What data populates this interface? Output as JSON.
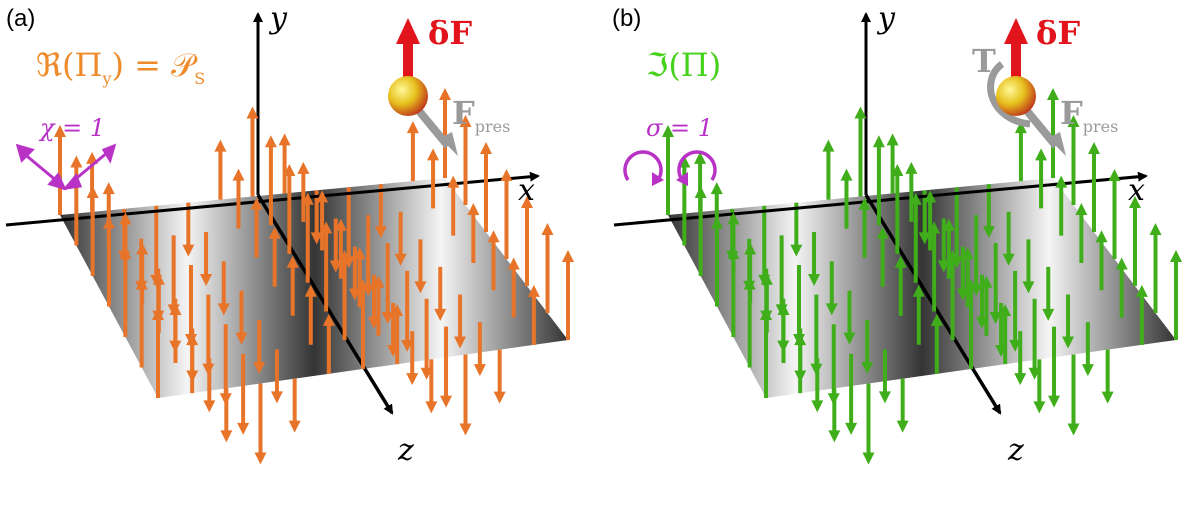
{
  "panels": [
    {
      "label": "(a)",
      "axes": {
        "x": "x",
        "y": "y",
        "z": "z"
      },
      "formula": {
        "main": "ℜ(Π",
        "sub": "y",
        "rest": ") = 𝒫",
        "sub2": "S"
      },
      "force_label": "δF",
      "pressure_label": {
        "main": "F",
        "sub": "pres"
      },
      "torque_label": "",
      "polarization": "χ = 1",
      "polarization_icon": "diagonal-arrows-icon",
      "arrow_color": "#e8742a"
    },
    {
      "label": "(b)",
      "axes": {
        "x": "x",
        "y": "y",
        "z": "z"
      },
      "formula": {
        "main": "ℑ(Π)"
      },
      "force_label": "δF",
      "pressure_label": {
        "main": "F",
        "sub": "pres"
      },
      "torque_label": "T",
      "polarization": "σ = 1",
      "polarization_icon": "circular-arrows-icon",
      "arrow_color": "#3fae1a"
    }
  ],
  "colors": {
    "force": "#e0141a",
    "pressure": "#9a9a9a",
    "orange_formula": "#ef8a2a",
    "green_formula": "#46d21a",
    "magenta": "#b832c6"
  }
}
